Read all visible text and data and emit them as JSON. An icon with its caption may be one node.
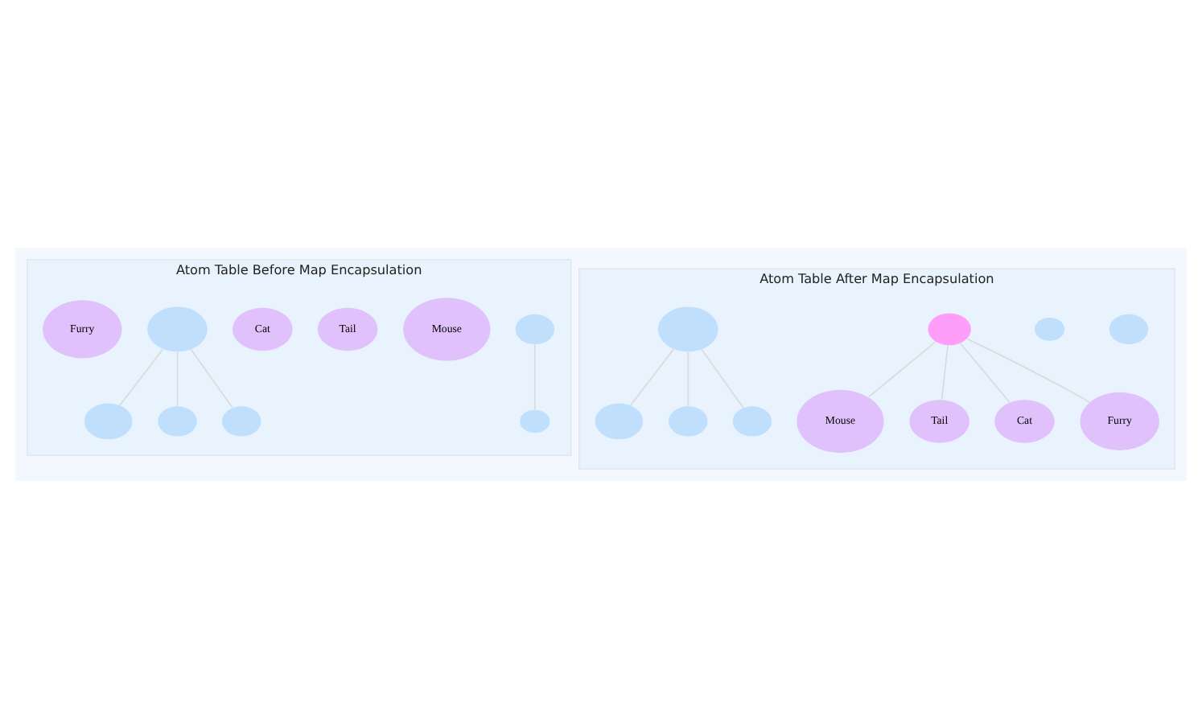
{
  "diagram": {
    "nodes": [
      {
        "text": [
          "Atom Table Before Map Encapsulation"
        ]
      },
      {
        "text": [],
        "shape": "circle",
        "in": 0
      },
      {
        "text": [],
        "shape": "circle",
        "in": 0
      },
      {
        "text": [
          "Mouse"
        ],
        "in": 0
      },
      {
        "text": [
          "Tail"
        ],
        "in": 0
      },
      {
        "text": [
          "Cat"
        ],
        "in": 0
      },
      {
        "text": [],
        "shape": "circle",
        "in": 0
      },
      {
        "text": [],
        "shape": "circle",
        "in": 0
      },
      {
        "text": [
          "Furry"
        ],
        "in": 0
      },
      {
        "text": [],
        "shape": "circle",
        "in": 0
      },
      {
        "text": [],
        "shape": "circle",
        "in": 0
      },
      {
        "text": [
          "Atom Table After Map Encapsulation"
        ]
      },
      {
        "text": [],
        "shape": "circle",
        "in": 11
      },
      {
        "text": [],
        "shape": "circle",
        "in": 11
      },
      {
        "text": [
          "Mouse"
        ],
        "in": 11
      },
      {
        "text": [
          "Tail"
        ],
        "in": 11
      },
      {
        "text": [],
        "shape": "circle",
        "in": 11
      },
      {
        "text": [
          "Cat"
        ],
        "in": 11
      },
      {
        "text": [],
        "shape": "circle",
        "in": 11
      },
      {
        "text": [],
        "shape": "circle",
        "in": 11
      },
      {
        "text": [
          "Furry"
        ],
        "in": 11
      },
      {
        "text": [],
        "shape": "circle",
        "in": 11
      },
      {
        "text": [],
        "shape": "circle",
        "in": 11
      }
    ],
    "edges": [
      {
        "from": 1,
        "to": 2,
        "arrow": "none"
      },
      {
        "from": 7,
        "to": 6,
        "arrow": "none"
      },
      {
        "from": 7,
        "to": 9,
        "arrow": "none"
      },
      {
        "from": 7,
        "to": 10,
        "arrow": "none"
      },
      {
        "from": 16,
        "to": 14,
        "arrow": "none"
      },
      {
        "from": 16,
        "to": 15,
        "arrow": "none"
      },
      {
        "from": 16,
        "to": 17,
        "arrow": "none"
      },
      {
        "from": 16,
        "to": 20,
        "arrow": "none"
      },
      {
        "from": 19,
        "to": 18,
        "arrow": "none"
      },
      {
        "from": 19,
        "to": 21,
        "arrow": "none"
      },
      {
        "from": 19,
        "to": 22,
        "arrow": "none"
      }
    ]
  }
}
